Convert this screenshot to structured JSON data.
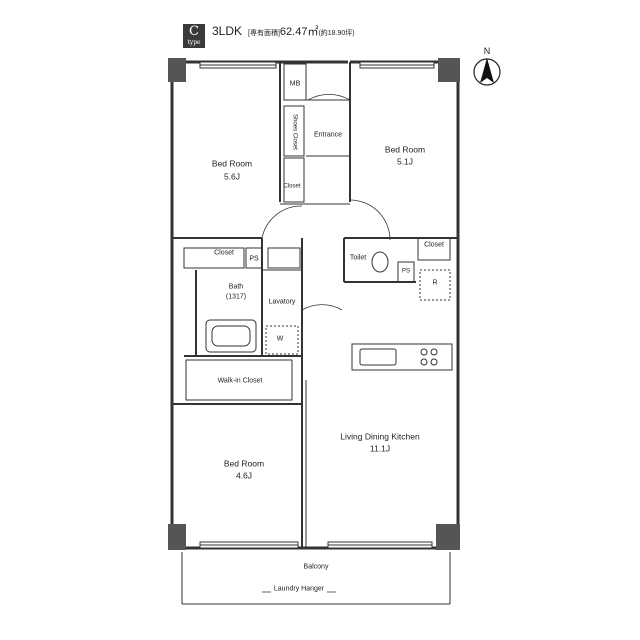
{
  "header": {
    "type_letter": "C",
    "type_word": "type",
    "layout": "3LDK",
    "area_label": "[専有面積]",
    "area_value": "62.47㎡",
    "area_tsubo": "(約18.90坪)"
  },
  "compass": {
    "label": "N"
  },
  "rooms": {
    "mb": "MB",
    "entrance": "Entrance",
    "shoes_closet": "Shoes Closet",
    "closet_small": "Closet",
    "bedroom_nw": {
      "name": "Bed Room",
      "size": "5.6J"
    },
    "bedroom_ne": {
      "name": "Bed Room",
      "size": "5.1J"
    },
    "closet_west": "Closet",
    "ps_west": "PS",
    "bath": {
      "name": "Bath",
      "size": "(1317)"
    },
    "lavatory": "Lavatory",
    "washer": "W",
    "toilet": "Toilet",
    "ps_east": "PS",
    "closet_east": "Closet",
    "fridge": "R",
    "walkin_closet": "Walk-in Closet",
    "bedroom_sw": {
      "name": "Bed Room",
      "size": "4.6J"
    },
    "ldk": {
      "name": "Living Dining Kitchen",
      "size": "11.1J"
    },
    "balcony": "Balcony",
    "laundry_hanger": "Laundry Hanger"
  }
}
